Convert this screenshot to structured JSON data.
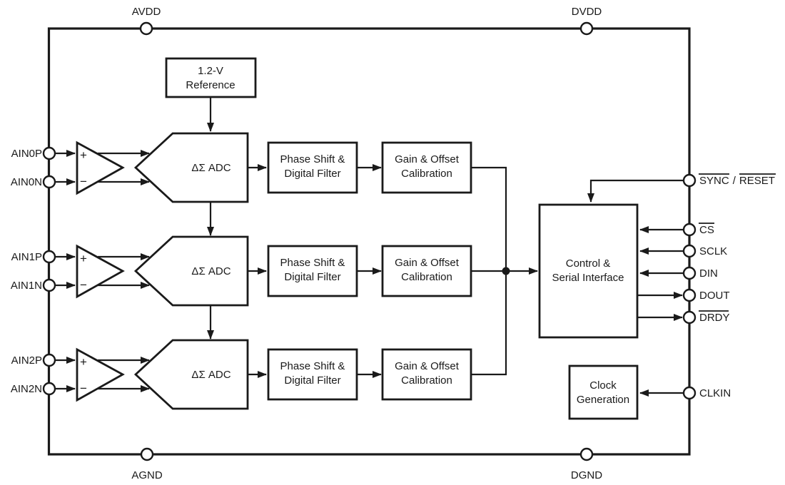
{
  "colors": {
    "stroke": "#1a1a1a",
    "background": "#ffffff"
  },
  "power_pins": {
    "avdd": "AVDD",
    "dvdd": "DVDD",
    "agnd": "AGND",
    "dgnd": "DGND"
  },
  "analog_input_pins": {
    "ch1_p": "AIN0P",
    "ch1_n": "AIN0N",
    "ch2_p": "AIN1P",
    "ch2_n": "AIN1N",
    "ch3_p": "AIN2P",
    "ch3_n": "AIN2N"
  },
  "digital_pins": {
    "sync": "SYNC",
    "separator": "/",
    "reset": "RESET",
    "cs": "CS",
    "sclk": "SCLK",
    "din": "DIN",
    "dout": "DOUT",
    "drdy": "DRDY",
    "clkin": "CLKIN"
  },
  "amplifier": {
    "plus": "+",
    "minus": "−"
  },
  "blocks": {
    "reference": {
      "line1": "1.2-V",
      "line2": "Reference"
    },
    "adc": "ΔΣ ADC",
    "phase_filter": {
      "line1": "Phase Shift &",
      "line2": "Digital Filter"
    },
    "gain_cal": {
      "line1": "Gain & Offset",
      "line2": "Calibration"
    },
    "control": {
      "line1": "Control &",
      "line2": "Serial Interface"
    },
    "clock": {
      "line1": "Clock",
      "line2": "Generation"
    }
  }
}
